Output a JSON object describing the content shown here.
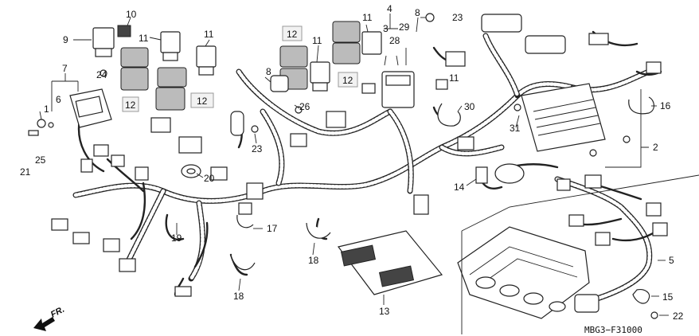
{
  "diagram": {
    "labels": [
      {
        "id": "c1",
        "text": "1"
      },
      {
        "id": "c2",
        "text": "2"
      },
      {
        "id": "c3",
        "text": "3"
      },
      {
        "id": "c4",
        "text": "4"
      },
      {
        "id": "c5",
        "text": "5"
      },
      {
        "id": "c6",
        "text": "6"
      },
      {
        "id": "c7",
        "text": "7"
      },
      {
        "id": "c8a",
        "text": "8"
      },
      {
        "id": "c8b",
        "text": "8"
      },
      {
        "id": "c9",
        "text": "9"
      },
      {
        "id": "c10",
        "text": "10"
      },
      {
        "id": "c11a",
        "text": "11"
      },
      {
        "id": "c11b",
        "text": "11"
      },
      {
        "id": "c11c",
        "text": "11"
      },
      {
        "id": "c11d",
        "text": "11"
      },
      {
        "id": "c11e",
        "text": "11"
      },
      {
        "id": "c13",
        "text": "13"
      },
      {
        "id": "c14",
        "text": "14"
      },
      {
        "id": "c15",
        "text": "15"
      },
      {
        "id": "c16",
        "text": "16"
      },
      {
        "id": "c17",
        "text": "17"
      },
      {
        "id": "c18a",
        "text": "18"
      },
      {
        "id": "c18b",
        "text": "18"
      },
      {
        "id": "c19",
        "text": "19"
      },
      {
        "id": "c20",
        "text": "20"
      },
      {
        "id": "c21",
        "text": "21"
      },
      {
        "id": "c22",
        "text": "22"
      },
      {
        "id": "c23a",
        "text": "23"
      },
      {
        "id": "c23b",
        "text": "23"
      },
      {
        "id": "c24",
        "text": "24"
      },
      {
        "id": "c25",
        "text": "25"
      },
      {
        "id": "c26",
        "text": "26"
      },
      {
        "id": "c28",
        "text": "28"
      },
      {
        "id": "c29",
        "text": "29"
      },
      {
        "id": "c30",
        "text": "30"
      },
      {
        "id": "c31",
        "text": "31"
      }
    ],
    "boxed_labels": [
      {
        "id": "b12a",
        "text": "12"
      },
      {
        "id": "b12b",
        "text": "12"
      },
      {
        "id": "b12c",
        "text": "12"
      },
      {
        "id": "b12d",
        "text": "12"
      }
    ],
    "direction_label": "FR.",
    "figure_code": "MBG3−F31000"
  }
}
